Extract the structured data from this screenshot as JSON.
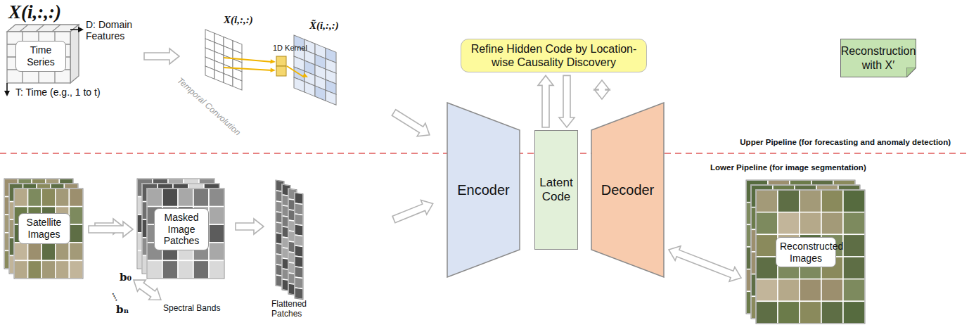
{
  "diagram": {
    "nodes": [
      {
        "text": [
          "Time Series"
        ]
      },
      {
        "text": [
          "Refine Hidden Code by Location-wise Causality Discovery"
        ]
      },
      {
        "text": [
          "Reconstruction with X′"
        ]
      },
      {
        "text": [
          "Encoder"
        ]
      },
      {
        "text": [
          "Latent Code"
        ]
      },
      {
        "text": [
          "Decoder"
        ]
      },
      {
        "text": [
          "Satellite Images"
        ]
      },
      {
        "text": [
          "Masked Image Patches"
        ]
      },
      {
        "text": [
          "Reconstructed Images"
        ]
      }
    ],
    "edges": [
      {
        "from": 6,
        "to": 7,
        "arrow": "to"
      },
      {
        "from": 4,
        "to": 1,
        "arrow": "to"
      },
      {
        "from": 1,
        "to": 4,
        "arrow": "to"
      },
      {
        "from": 5,
        "to": 2,
        "arrow": "both"
      },
      {
        "from": 5,
        "to": 8,
        "arrow": "both"
      }
    ],
    "labels": [
      "X(i,:,:)",
      "D: Domain Features",
      "T: Time (e.g., 1 to t)",
      "X(i,:,:)",
      "1D Kernel",
      "X̃(i,:,:)",
      "Temporal Convolution",
      "Upper Pipeline (for forecasting and anomaly detection)",
      "Lower Pipeline (for image segmentation)",
      "b₀",
      "....",
      "bₙ",
      "Spectral Bands",
      "Flattened Patches"
    ]
  }
}
